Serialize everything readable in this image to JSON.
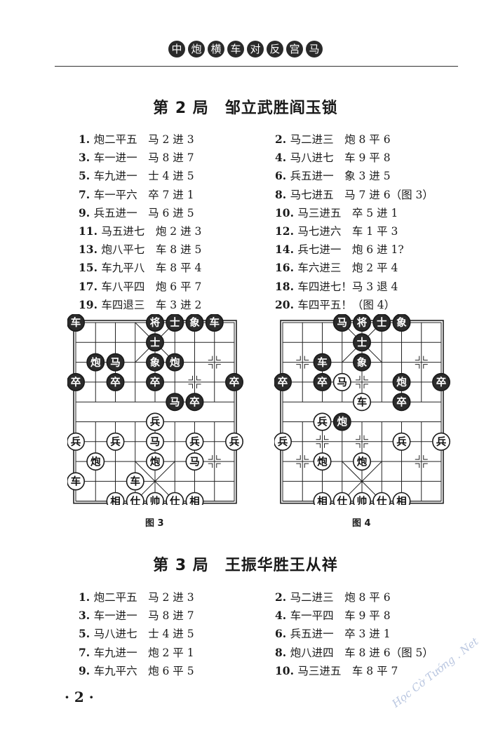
{
  "header": {
    "chars": [
      "中",
      "炮",
      "横",
      "车",
      "对",
      "反",
      "宫",
      "马"
    ]
  },
  "game2": {
    "title": "第 2 局　邹立武胜阎玉锁",
    "moves": [
      [
        "1.",
        "炮二平五　马 2 进 3",
        "2.",
        "马二进三　炮 8 平 6"
      ],
      [
        "3.",
        "车一进一　马 8 进 7",
        "4.",
        "马八进七　车 9 平 8"
      ],
      [
        "5.",
        "车九进一　士 4 进 5",
        "6.",
        "兵五进一　象 3 进 5"
      ],
      [
        "7.",
        "车一平六　卒 7 进 1",
        "8.",
        "马七进五　马 7 进 6（图 3）"
      ],
      [
        "9.",
        "兵五进一　马 6 进 5",
        "10.",
        "马三进五　卒 5 进 1"
      ],
      [
        "11.",
        "马五进七　炮 2 进 3",
        "12.",
        "马七进六　车 1 平 3"
      ],
      [
        "13.",
        "炮八平七　车 8 进 5",
        "14.",
        "兵七进一　炮 6 进 1?"
      ],
      [
        "15.",
        "车九平八　车 8 平 4",
        "16.",
        "车六进三　炮 2 平 4"
      ],
      [
        "17.",
        "车八平四　炮 6 平 7",
        "18.",
        "车四进七！马 3 退 4"
      ],
      [
        "19.",
        "车四退三　车 3 进 2",
        "20.",
        "车四平五！（图 4）"
      ]
    ]
  },
  "diagrams": [
    {
      "caption": "图 3",
      "markers": [
        [
          1,
          2
        ],
        [
          7,
          2
        ],
        [
          0,
          3
        ],
        [
          2,
          3
        ],
        [
          4,
          3
        ],
        [
          6,
          3
        ],
        [
          8,
          3
        ],
        [
          0,
          6
        ],
        [
          2,
          6
        ],
        [
          4,
          6
        ],
        [
          6,
          6
        ],
        [
          8,
          6
        ],
        [
          1,
          7
        ],
        [
          7,
          7
        ]
      ],
      "pieces": [
        {
          "c": 0,
          "r": 0,
          "ch": "车",
          "side": "black"
        },
        {
          "c": 4,
          "r": 0,
          "ch": "将",
          "side": "black"
        },
        {
          "c": 5,
          "r": 0,
          "ch": "士",
          "side": "black"
        },
        {
          "c": 6,
          "r": 0,
          "ch": "象",
          "side": "black"
        },
        {
          "c": 7,
          "r": 0,
          "ch": "车",
          "side": "black"
        },
        {
          "c": 4,
          "r": 1,
          "ch": "士",
          "side": "black"
        },
        {
          "c": 1,
          "r": 2,
          "ch": "炮",
          "side": "black"
        },
        {
          "c": 2,
          "r": 2,
          "ch": "马",
          "side": "black"
        },
        {
          "c": 4,
          "r": 2,
          "ch": "象",
          "side": "black"
        },
        {
          "c": 5,
          "r": 2,
          "ch": "炮",
          "side": "black"
        },
        {
          "c": 0,
          "r": 3,
          "ch": "卒",
          "side": "black"
        },
        {
          "c": 2,
          "r": 3,
          "ch": "卒",
          "side": "black"
        },
        {
          "c": 4,
          "r": 3,
          "ch": "卒",
          "side": "black"
        },
        {
          "c": 8,
          "r": 3,
          "ch": "卒",
          "side": "black"
        },
        {
          "c": 5,
          "r": 4,
          "ch": "马",
          "side": "black"
        },
        {
          "c": 6,
          "r": 4,
          "ch": "卒",
          "side": "black"
        },
        {
          "c": 4,
          "r": 5,
          "ch": "兵",
          "side": "red"
        },
        {
          "c": 0,
          "r": 6,
          "ch": "兵",
          "side": "red"
        },
        {
          "c": 2,
          "r": 6,
          "ch": "兵",
          "side": "red"
        },
        {
          "c": 4,
          "r": 6,
          "ch": "马",
          "side": "red"
        },
        {
          "c": 6,
          "r": 6,
          "ch": "兵",
          "side": "red"
        },
        {
          "c": 8,
          "r": 6,
          "ch": "兵",
          "side": "red"
        },
        {
          "c": 1,
          "r": 7,
          "ch": "炮",
          "side": "red"
        },
        {
          "c": 4,
          "r": 7,
          "ch": "炮",
          "side": "red"
        },
        {
          "c": 6,
          "r": 7,
          "ch": "马",
          "side": "red"
        },
        {
          "c": 0,
          "r": 8,
          "ch": "车",
          "side": "red"
        },
        {
          "c": 3,
          "r": 8,
          "ch": "车",
          "side": "red"
        },
        {
          "c": 2,
          "r": 9,
          "ch": "相",
          "side": "red"
        },
        {
          "c": 3,
          "r": 9,
          "ch": "仕",
          "side": "red"
        },
        {
          "c": 4,
          "r": 9,
          "ch": "帅",
          "side": "red"
        },
        {
          "c": 5,
          "r": 9,
          "ch": "仕",
          "side": "red"
        },
        {
          "c": 6,
          "r": 9,
          "ch": "相",
          "side": "red"
        }
      ]
    },
    {
      "caption": "图 4",
      "markers": [
        [
          1,
          2
        ],
        [
          7,
          2
        ],
        [
          0,
          3
        ],
        [
          2,
          3
        ],
        [
          4,
          3
        ],
        [
          6,
          3
        ],
        [
          8,
          3
        ],
        [
          0,
          6
        ],
        [
          2,
          6
        ],
        [
          4,
          6
        ],
        [
          6,
          6
        ],
        [
          8,
          6
        ],
        [
          1,
          7
        ],
        [
          7,
          7
        ]
      ],
      "pieces": [
        {
          "c": 3,
          "r": 0,
          "ch": "马",
          "side": "black"
        },
        {
          "c": 4,
          "r": 0,
          "ch": "将",
          "side": "black"
        },
        {
          "c": 5,
          "r": 0,
          "ch": "士",
          "side": "black"
        },
        {
          "c": 6,
          "r": 0,
          "ch": "象",
          "side": "black"
        },
        {
          "c": 4,
          "r": 1,
          "ch": "士",
          "side": "black"
        },
        {
          "c": 2,
          "r": 2,
          "ch": "车",
          "side": "black"
        },
        {
          "c": 4,
          "r": 2,
          "ch": "象",
          "side": "black"
        },
        {
          "c": 0,
          "r": 3,
          "ch": "卒",
          "side": "black"
        },
        {
          "c": 2,
          "r": 3,
          "ch": "卒",
          "side": "black"
        },
        {
          "c": 3,
          "r": 3,
          "ch": "马",
          "side": "red"
        },
        {
          "c": 6,
          "r": 3,
          "ch": "炮",
          "side": "black"
        },
        {
          "c": 8,
          "r": 3,
          "ch": "卒",
          "side": "black"
        },
        {
          "c": 4,
          "r": 4,
          "ch": "车",
          "side": "red"
        },
        {
          "c": 6,
          "r": 4,
          "ch": "卒",
          "side": "black"
        },
        {
          "c": 2,
          "r": 5,
          "ch": "兵",
          "side": "red"
        },
        {
          "c": 3,
          "r": 5,
          "ch": "炮",
          "side": "black"
        },
        {
          "c": 0,
          "r": 6,
          "ch": "兵",
          "side": "red"
        },
        {
          "c": 6,
          "r": 6,
          "ch": "兵",
          "side": "red"
        },
        {
          "c": 8,
          "r": 6,
          "ch": "兵",
          "side": "red"
        },
        {
          "c": 2,
          "r": 7,
          "ch": "炮",
          "side": "red"
        },
        {
          "c": 4,
          "r": 7,
          "ch": "炮",
          "side": "red"
        },
        {
          "c": 2,
          "r": 9,
          "ch": "相",
          "side": "red"
        },
        {
          "c": 3,
          "r": 9,
          "ch": "仕",
          "side": "red"
        },
        {
          "c": 4,
          "r": 9,
          "ch": "帅",
          "side": "red"
        },
        {
          "c": 5,
          "r": 9,
          "ch": "仕",
          "side": "red"
        },
        {
          "c": 6,
          "r": 9,
          "ch": "相",
          "side": "red"
        }
      ]
    }
  ],
  "game3": {
    "title": "第 3 局　王振华胜王从祥",
    "moves": [
      [
        "1.",
        "炮二平五　马 2 进 3",
        "2.",
        "马二进三　炮 8 平 6"
      ],
      [
        "3.",
        "车一进一　马 8 进 7",
        "4.",
        "车一平四　车 9 平 8"
      ],
      [
        "5.",
        "马八进七　士 4 进 5",
        "6.",
        "兵五进一　卒 3 进 1"
      ],
      [
        "7.",
        "车九进一　炮 2 平 1",
        "8.",
        "炮八进四　车 8 进 6（图 5）"
      ],
      [
        "9.",
        "车九平六　炮 6 平 5",
        "10.",
        "马三进五　车 8 平 7"
      ]
    ]
  },
  "page_number": "· 2 ·",
  "watermark": "Học Cờ Tướng . Net"
}
